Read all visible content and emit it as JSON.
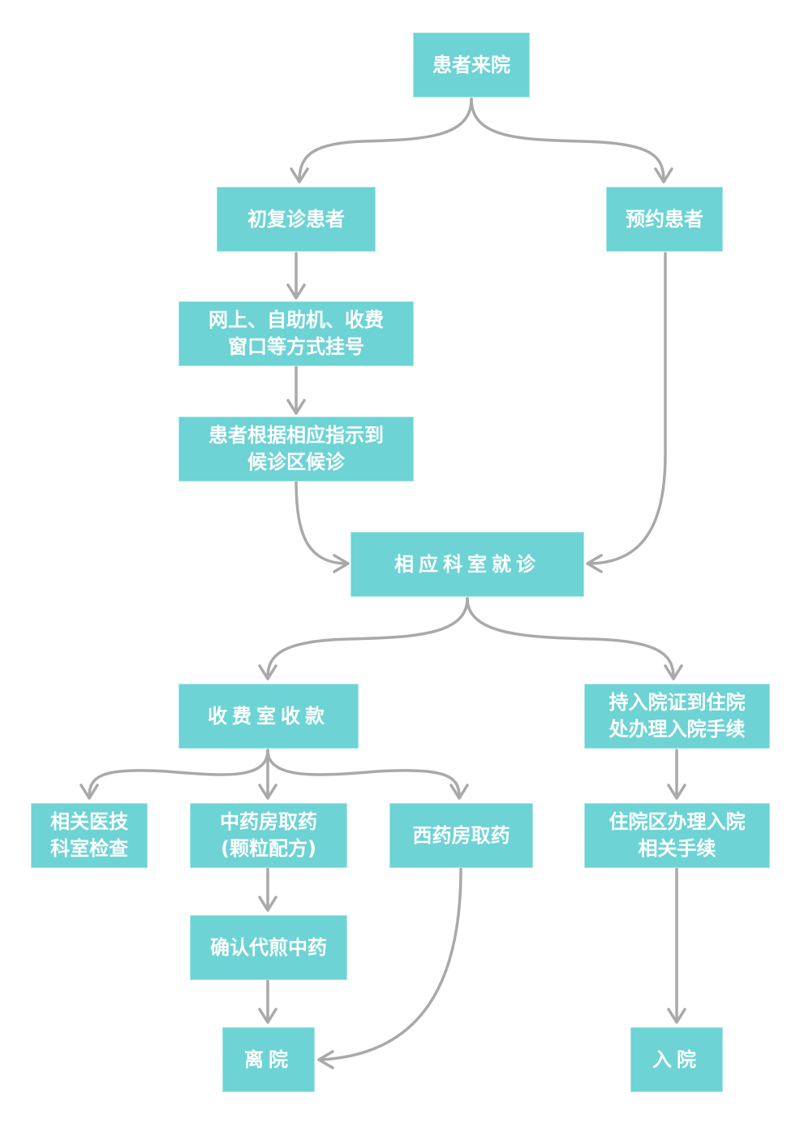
{
  "diagram": {
    "colors": {
      "node_fill": "#6dd3d4",
      "node_border": "#a8e8e8",
      "node_text": "#ffffff",
      "edge": "#a9a9a9",
      "background": "#ffffff"
    },
    "nodes": {
      "arrive": "患者来院",
      "first_visit": "初复诊患者",
      "appointment": "预约患者",
      "register": "网上、自助机、收费\n窗口等方式挂号",
      "waiting": "患者根据相应指示到\n候诊区候诊",
      "consult": "相应科室就诊",
      "cashier": "收费室收款",
      "admission_cert": "持入院证到住院\n处办理入院手续",
      "medtech": "相关医技\n科室检查",
      "tcm_pharmacy": "中药房取药\n(颗粒配方)",
      "western_pharmacy": "西药房取药",
      "ward_procedure": "住院区办理入院\n相关手续",
      "decoction": "确认代煎中药",
      "leave": "离院",
      "admit": "入院"
    }
  }
}
